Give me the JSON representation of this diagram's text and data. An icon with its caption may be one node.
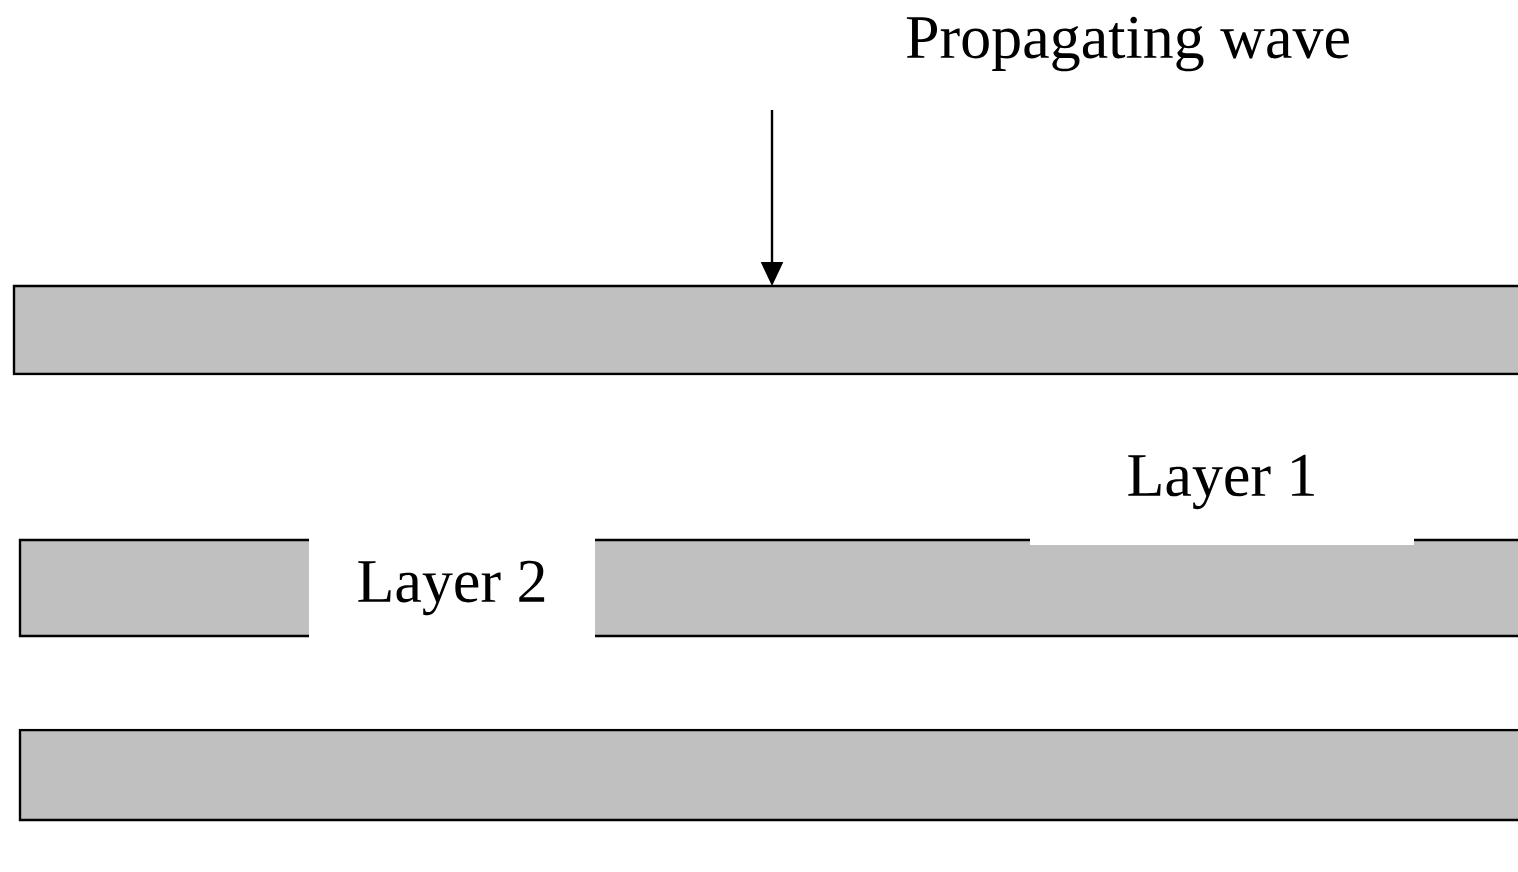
{
  "diagram": {
    "nodes": [
      {
        "text": [],
        "shape": "bar"
      },
      {
        "text": [],
        "shape": "bar"
      },
      {
        "text": [],
        "shape": "bar"
      }
    ],
    "labels": [
      "Propagating wave",
      "Layer 1",
      "Layer 2"
    ]
  }
}
